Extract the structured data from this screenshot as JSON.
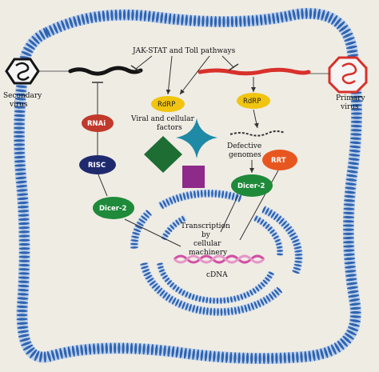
{
  "labels": {
    "pathways": "JAK-STAT and Toll pathways",
    "secondary_virus": [
      "Secondary",
      "virus"
    ],
    "primary_virus": [
      "Primary",
      "virus"
    ],
    "rdrp_left": "RdRP",
    "rdrp_right": "RdRP",
    "rnai": "RNAi",
    "risc": "RISC",
    "dicer_left": "Dicer-2",
    "dicer_right": "Dicer-2",
    "rrt": "RRT",
    "viral_factors": [
      "Viral and cellular",
      "factors"
    ],
    "defective": [
      "Defective",
      "genomes"
    ],
    "transcription": [
      "Transcription",
      "by",
      "cellular",
      "machinery"
    ],
    "cdna": "cDNA"
  },
  "colors": {
    "membrane": "#2f63b0",
    "secondary_rna": "#151515",
    "primary_rna": "#d8312b",
    "rdrp": "#f1c40f",
    "rnai": "#c0392b",
    "risc": "#1f2a6e",
    "dicer": "#1f8a3a",
    "rrt": "#e8561f",
    "cdna": "#d14fa5",
    "diamond": "#1e6e34",
    "star": "#1f8aa6",
    "square": "#8e2a8a"
  }
}
